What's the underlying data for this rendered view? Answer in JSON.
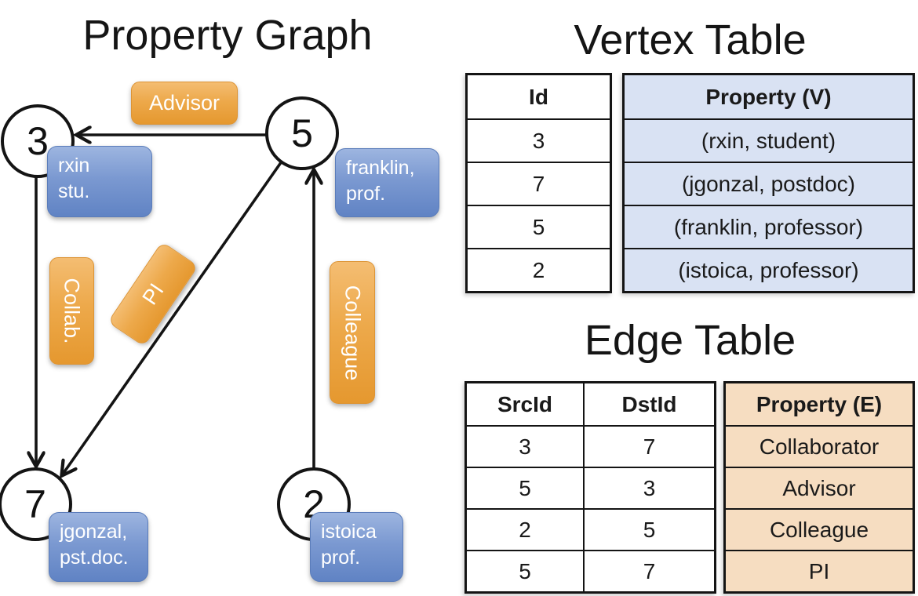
{
  "diagram": {
    "title": "Property Graph",
    "nodes": {
      "n3": {
        "id": "3",
        "prop_line1": "rxin",
        "prop_line2": "stu."
      },
      "n5": {
        "id": "5",
        "prop_line1": "franklin,",
        "prop_line2": "prof."
      },
      "n7": {
        "id": "7",
        "prop_line1": "jgonzal,",
        "prop_line2": "pst.doc."
      },
      "n2": {
        "id": "2",
        "prop_line1": "istoica",
        "prop_line2": "prof."
      }
    },
    "edge_labels": {
      "advisor": "Advisor",
      "collab": "Collab.",
      "pi": "PI",
      "colleague": "Colleague"
    }
  },
  "vertex_table": {
    "title": "Vertex Table",
    "headers": {
      "id": "Id",
      "property": "Property (V)"
    },
    "rows": [
      {
        "id": "3",
        "property": "(rxin, student)"
      },
      {
        "id": "7",
        "property": "(jgonzal, postdoc)"
      },
      {
        "id": "5",
        "property": "(franklin, professor)"
      },
      {
        "id": "2",
        "property": "(istoica, professor)"
      }
    ]
  },
  "edge_table": {
    "title": "Edge Table",
    "headers": {
      "src": "SrcId",
      "dst": "DstId",
      "property": "Property (E)"
    },
    "rows": [
      {
        "src": "3",
        "dst": "7",
        "property": "Collaborator"
      },
      {
        "src": "5",
        "dst": "3",
        "property": "Advisor"
      },
      {
        "src": "2",
        "dst": "5",
        "property": "Colleague"
      },
      {
        "src": "5",
        "dst": "7",
        "property": "PI"
      }
    ]
  },
  "colors": {
    "edge_label_fill": "#eda94b",
    "vertex_box_fill": "#7b99d1",
    "vertex_table_fill": "#d9e2f3",
    "edge_table_fill": "#f6ddc1",
    "line": "#141414"
  }
}
